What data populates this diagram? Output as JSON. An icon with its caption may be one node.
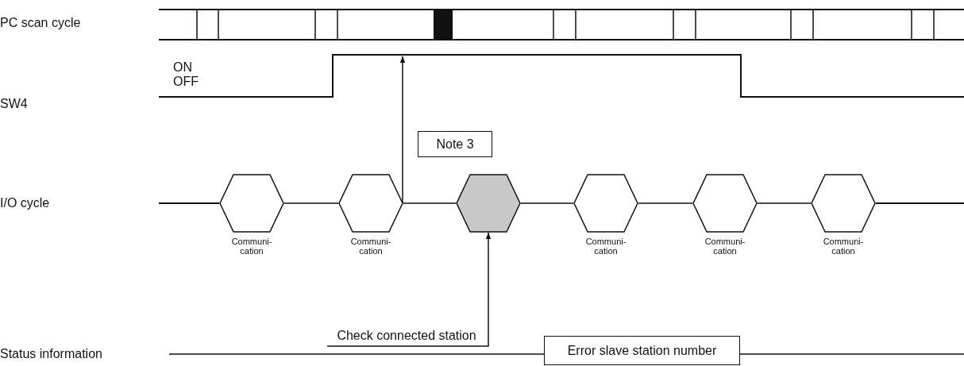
{
  "diagram": {
    "nodes": [
      {
        "text": [],
        "shape": "hexagon",
        "beside": [
          "Communi- cation"
        ]
      },
      {
        "text": [],
        "shape": "hexagon",
        "beside": [
          "Communi- cation"
        ]
      },
      {
        "text": [],
        "shape": "hexagon"
      },
      {
        "text": [],
        "shape": "hexagon",
        "beside": [
          "Communi- cation"
        ]
      },
      {
        "text": [],
        "shape": "hexagon",
        "beside": [
          "Communi- cation"
        ]
      },
      {
        "text": [],
        "shape": "hexagon",
        "beside": [
          "Communi- cation"
        ]
      },
      {
        "text": [
          "Check connected station"
        ]
      },
      {
        "text": [
          "Note 3"
        ]
      },
      {
        "text": [
          "Error slave station number"
        ]
      }
    ],
    "edges": [
      {
        "from": 0,
        "to": 1,
        "arrow": "none"
      },
      {
        "from": 1,
        "to": 2,
        "arrow": "none"
      },
      {
        "from": 2,
        "to": 3,
        "arrow": "none"
      },
      {
        "from": 3,
        "to": 4,
        "arrow": "none"
      },
      {
        "from": 4,
        "to": 5,
        "arrow": "none"
      },
      {
        "from": 6,
        "to": 2,
        "arrow": "to"
      }
    ],
    "labels": [
      "PC scan cycle",
      "ON",
      "OFF",
      "SW4",
      "I/O cycle",
      "Status information"
    ]
  }
}
